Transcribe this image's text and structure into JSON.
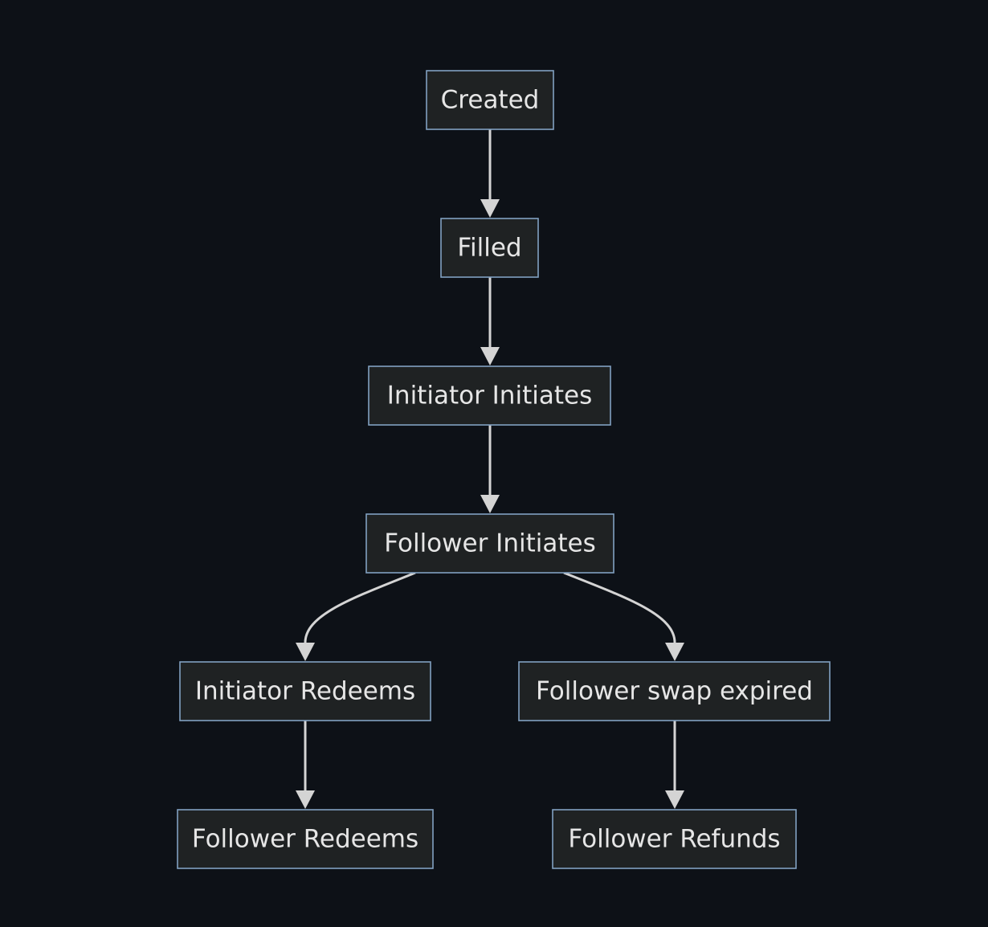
{
  "diagram": {
    "nodes": [
      {
        "id": "created",
        "label": "Created"
      },
      {
        "id": "filled",
        "label": "Filled"
      },
      {
        "id": "initiator_initiates",
        "label": "Initiator Initiates"
      },
      {
        "id": "follower_initiates",
        "label": "Follower Initiates"
      },
      {
        "id": "initiator_redeems",
        "label": "Initiator Redeems"
      },
      {
        "id": "follower_swap_expired",
        "label": "Follower swap expired"
      },
      {
        "id": "follower_redeems",
        "label": "Follower Redeems"
      },
      {
        "id": "follower_refunds",
        "label": "Follower Refunds"
      }
    ],
    "edges": [
      {
        "from": "created",
        "to": "filled"
      },
      {
        "from": "filled",
        "to": "initiator_initiates"
      },
      {
        "from": "initiator_initiates",
        "to": "follower_initiates"
      },
      {
        "from": "follower_initiates",
        "to": "initiator_redeems"
      },
      {
        "from": "follower_initiates",
        "to": "follower_swap_expired"
      },
      {
        "from": "initiator_redeems",
        "to": "follower_redeems"
      },
      {
        "from": "follower_swap_expired",
        "to": "follower_refunds"
      }
    ],
    "colors": {
      "background": "#0d1117",
      "node_fill": "#1f2223",
      "node_border": "#81a1c1",
      "text": "#e6e6e6",
      "edge": "#d4d4d4"
    }
  }
}
